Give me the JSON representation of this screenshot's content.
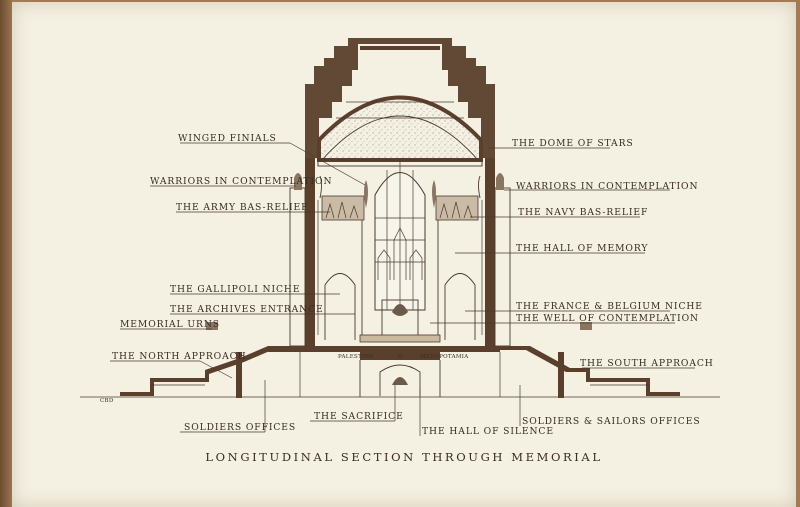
{
  "labels": {
    "winged_finials": "WINGED FINIALS",
    "dome_of_stars": "THE DOME OF STARS",
    "warriors_left": "WARRIORS IN CONTEMPLATION",
    "warriors_right": "WARRIORS IN CONTEMPLATION",
    "army_bas_relief": "THE ARMY BAS-RELIEF",
    "navy_bas_relief": "THE NAVY BAS-RELIEF",
    "hall_of_memory": "THE HALL OF MEMORY",
    "gallipoli_niche": "THE GALLIPOLI NICHE",
    "archives_entrance": "THE ARCHIVES ENTRANCE",
    "memorial_urns": "MEMORIAL URNS",
    "france_belgium_niche": "THE FRANCE & BELGIUM NICHE",
    "well_of_contemplation": "THE WELL OF CONTEMPLATION",
    "north_approach": "THE NORTH APPROACH",
    "south_approach": "THE SOUTH APPROACH",
    "soldiers_offices": "SOLDIERS OFFICES",
    "sacrifice": "THE SACRIFICE",
    "hall_of_silence": "THE HALL OF SILENCE",
    "soldiers_sailors_offices": "SOLDIERS & SAILORS OFFICES",
    "crypt_left": "PALESTINE",
    "crypt_mid": "G",
    "crypt_right": "MESOPOTAMIA"
  },
  "caption": "LONGITUDINAL SECTION THROUGH MEMORIAL",
  "signature": "CBD",
  "colors": {
    "paper": "#f4f0e2",
    "ink": "#4a3a2e",
    "wall": "#5a3f2c",
    "cover": "#a27a55"
  }
}
